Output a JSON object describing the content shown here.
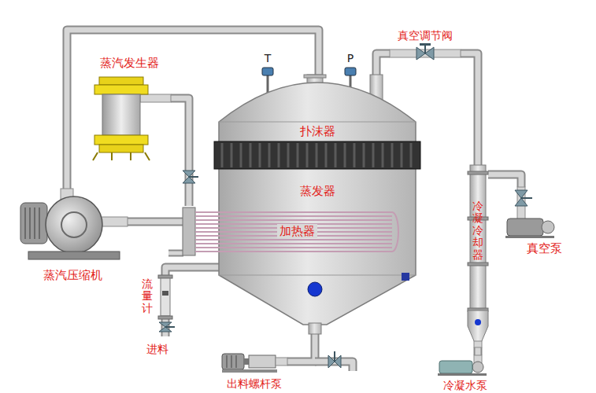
{
  "diagram": {
    "nodes": [
      {
        "text": [
          "蒸汽发生器"
        ]
      },
      {
        "text": [
          "蒸汽压缩机"
        ]
      },
      {
        "text": [
          "蒸发器"
        ]
      },
      {
        "text": [
          "扑沫器"
        ],
        "in": 2
      },
      {
        "text": [
          "加热器"
        ],
        "in": 2
      },
      {
        "text": [
          "流量计"
        ]
      },
      {
        "text": [
          "出料螺杆泵"
        ]
      },
      {
        "text": [
          "真空调节阀"
        ]
      },
      {
        "text": [
          "冷凝冷却器"
        ]
      },
      {
        "text": [
          "真空泵"
        ]
      },
      {
        "text": [
          "冷凝水泵"
        ]
      }
    ],
    "edges": [
      {
        "from": 2,
        "to": 1,
        "arrow": "none"
      },
      {
        "from": 1,
        "to": 4,
        "arrow": "none"
      },
      {
        "from": 0,
        "to": 4,
        "arrow": "none"
      },
      {
        "from": 5,
        "to": 2,
        "arrow": "none"
      },
      {
        "from": 2,
        "to": 6,
        "arrow": "none"
      },
      {
        "from": 2,
        "to": 7,
        "arrow": "none"
      },
      {
        "from": 7,
        "to": 8,
        "arrow": "none"
      },
      {
        "from": 8,
        "to": 9,
        "arrow": "none"
      },
      {
        "from": 8,
        "to": 10,
        "arrow": "none"
      }
    ],
    "labels": [
      "T",
      "P",
      "进料"
    ]
  }
}
